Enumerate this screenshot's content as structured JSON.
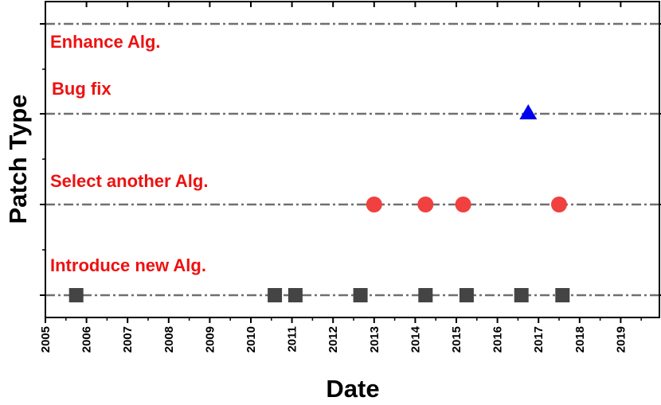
{
  "chart_data": {
    "type": "scatter",
    "xlabel": "Date",
    "ylabel": "Patch Type",
    "xlim": [
      2005,
      2020
    ],
    "x_ticks": [
      "2005",
      "2006",
      "2007",
      "2008",
      "2009",
      "2010",
      "2011",
      "2012",
      "2013",
      "2014",
      "2015",
      "2016",
      "2017",
      "2018",
      "2019"
    ],
    "grid": "horizontal dash-dot lines at each category",
    "categories": [
      "Introduce new Alg.",
      "Select another Alg.",
      "Bug fix",
      "Enhance Alg."
    ],
    "category_label_color": "#ee1111",
    "series": [
      {
        "category": "Introduce new Alg.",
        "marker": "square",
        "color": "#444444",
        "x": [
          "2005-10",
          "2010-08",
          "2011-02",
          "2012-09",
          "2014-04",
          "2015-04",
          "2016-08",
          "2017-08"
        ]
      },
      {
        "category": "Select another Alg.",
        "marker": "circle",
        "color": "#f04040",
        "x": [
          "2013-01",
          "2014-04",
          "2015-03",
          "2017-07"
        ]
      },
      {
        "category": "Bug fix",
        "marker": "triangle",
        "color": "#0000ee",
        "x": [
          "2016-10"
        ]
      },
      {
        "category": "Enhance Alg.",
        "marker": "none",
        "color": "",
        "x": []
      }
    ]
  }
}
